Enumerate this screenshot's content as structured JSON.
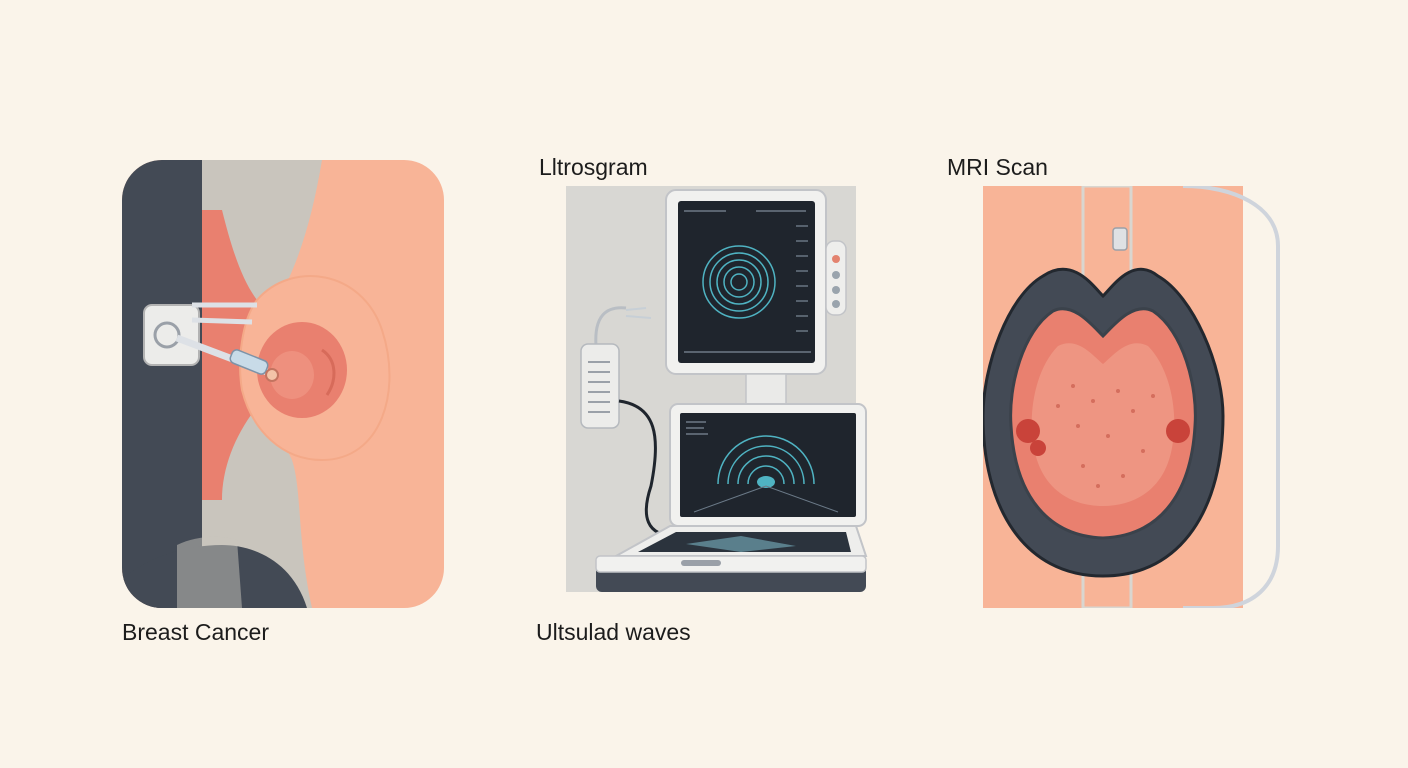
{
  "panels": [
    {
      "label": "Breast Cancer"
    },
    {
      "label_top": "Lltrosgram",
      "label_bottom": "Ultsulad waves"
    },
    {
      "label": "MRI Scan"
    }
  ],
  "colors": {
    "background": "#faf4ea",
    "skin": "#f8b497",
    "dark": "#434a55",
    "tissue": "#e9806f",
    "screen": "#1f252d",
    "wave": "#4fb3c2"
  }
}
